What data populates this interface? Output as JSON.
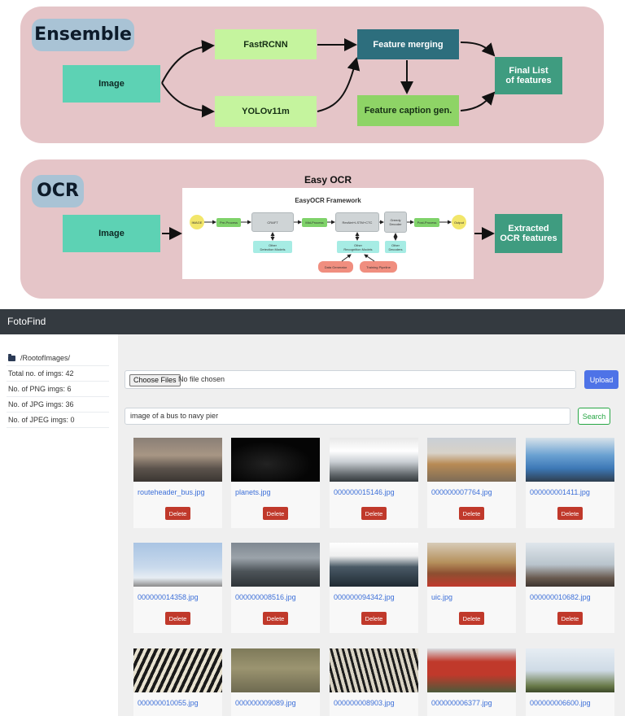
{
  "ensemble": {
    "title": "Ensemble",
    "image_label": "Image",
    "fastrcnn_label": "FastRCNN",
    "yolo_label": "YOLOv11m",
    "merge_label": "Feature merging",
    "caption_label": "Feature caption gen.",
    "final_line1": "Final List",
    "final_line2": "of features"
  },
  "ocr": {
    "title": "OCR",
    "image_label": "Image",
    "heading": "Easy OCR",
    "framework_title": "EasyOCR Framework",
    "framework": {
      "image": "IMAGE",
      "pre": "Pre-Process",
      "craft": "CRAFT",
      "mid": "Mid-Process",
      "resnet": "ResNet+LSTM+CTC",
      "greedy_line1": "Greedy",
      "greedy_line2": "Decoder",
      "post": "Post-Process",
      "output": "Output",
      "det_line1": "Other",
      "det_line2": "Detection Models",
      "rec_line1": "Other",
      "rec_line2": "Recognition Models",
      "dec_line1": "Other",
      "dec_line2": "Decoders",
      "data_gen": "Data Generator",
      "training": "Training Pipeline"
    },
    "extracted_line1": "Extracted",
    "extracted_line2": "OCR features"
  },
  "app": {
    "brand": "FotoFind",
    "sidebar": {
      "folder": "/RootofImages/",
      "total": "Total no. of imgs: 42",
      "png": "No. of PNG imgs: 6",
      "jpg": "No. of JPG imgs: 36",
      "jpeg": "No. of JPEG imgs: 0"
    },
    "choose_files": "Choose Files",
    "file_status": "No file chosen",
    "upload": "Upload",
    "search_value": "image of a bus to navy pier",
    "search_button": "Search",
    "delete_label": "Delete",
    "cards": [
      {
        "name": "routeheader_bus.jpg"
      },
      {
        "name": "planets.jpg"
      },
      {
        "name": "000000015146.jpg"
      },
      {
        "name": "000000007764.jpg"
      },
      {
        "name": "000000001411.jpg"
      },
      {
        "name": "000000014358.jpg"
      },
      {
        "name": "000000008516.jpg"
      },
      {
        "name": "000000094342.jpg"
      },
      {
        "name": "uic.jpg"
      },
      {
        "name": "000000010682.jpg"
      },
      {
        "name": "000000010055.jpg"
      },
      {
        "name": "000000009089.jpg"
      },
      {
        "name": "000000008903.jpg"
      },
      {
        "name": "000000006377.jpg"
      },
      {
        "name": "000000006600.jpg"
      }
    ]
  }
}
